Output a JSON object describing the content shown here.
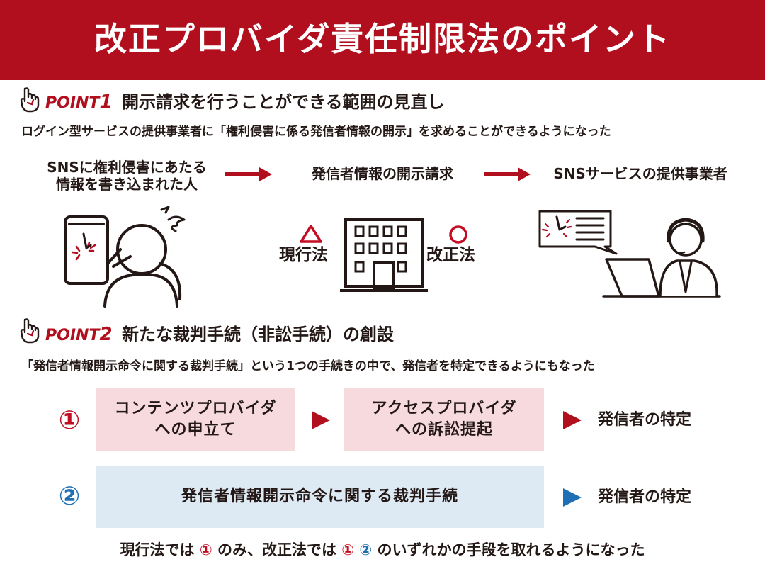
{
  "header": {
    "title": "改正プロバイダ責任制限法のポイント"
  },
  "point1": {
    "label": "POINT",
    "number": "1",
    "heading": "開示請求を行うことができる範囲の見直し",
    "description": "ログイン型サービスの提供事業者に「権利侵害に係る発信者情報の開示」を求めることができるようになった",
    "flow": {
      "step1_line1": "SNSに権利侵害にあたる",
      "step1_line2": "情報を書き込まれた人",
      "step2": "発信者情報の開示請求",
      "step3": "SNSサービスの提供事業者"
    },
    "current_law_mark": "△",
    "current_law_label": "現行法",
    "revised_law_mark": "○",
    "revised_law_label": "改正法"
  },
  "point2": {
    "label": "POINT",
    "number": "2",
    "heading": "新たな裁判手続（非訟手続）の創設",
    "description": "「発信者情報開示命令に関する裁判手続」という1つの手続きの中で、発信者を特定できるようにもなった",
    "route1": {
      "marker": "①",
      "box1_line1": "コンテンツプロバイダ",
      "box1_line2": "への申立て",
      "box2_line1": "アクセスプロバイダ",
      "box2_line2": "への訴訟提起",
      "result": "発信者の特定"
    },
    "route2": {
      "marker": "②",
      "box": "発信者情報開示命令に関する裁判手続",
      "result": "発信者の特定"
    }
  },
  "footer": {
    "part1": "現行法では",
    "mark1": "①",
    "part2": "のみ、改正法では",
    "mark2": "①",
    "mark3": "②",
    "part3": "のいずれかの手段を取れるようになった"
  },
  "colors": {
    "accent_red": "#b10e1e",
    "marker_blue": "#1f6fb5",
    "box_pink": "#f6dadd",
    "box_blue": "#dde9f3"
  }
}
